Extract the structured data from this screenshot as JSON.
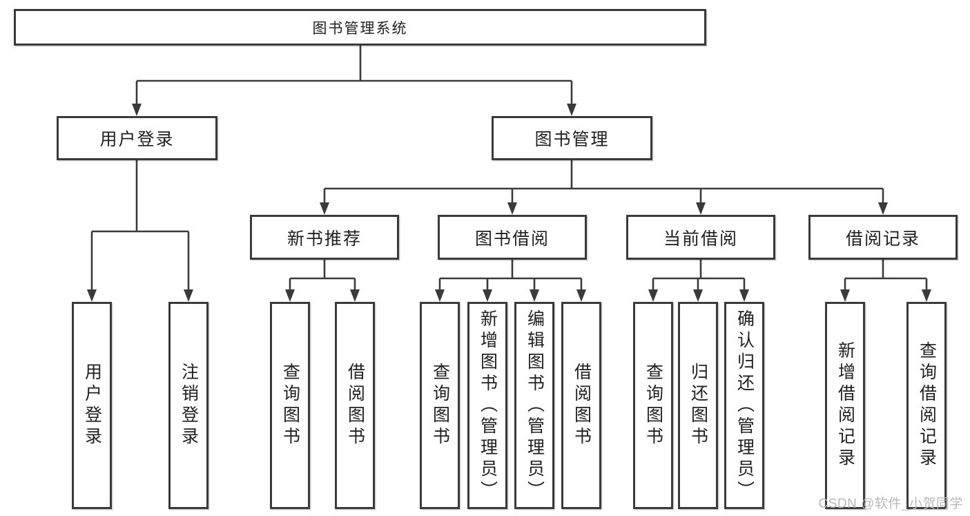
{
  "colors": {
    "line": "#3a3a3a",
    "box_border": "#3a3a3a",
    "text": "#1f1f1f",
    "background": "#ffffff",
    "watermark": "#b8b8b8"
  },
  "watermark": {
    "text": "CSDN @软件_小贺同学"
  },
  "tree": {
    "root": "图书管理系统",
    "children": [
      {
        "label": "用户登录",
        "children": [
          "用户登录",
          "注销登录"
        ]
      },
      {
        "label": "图书管理",
        "children": [
          {
            "label": "新书推荐",
            "children": [
              "查询图书",
              "借阅图书"
            ]
          },
          {
            "label": "图书借阅",
            "children": [
              "查询图书",
              "新增图书（管理员）",
              "编辑图书（管理员）",
              "借阅图书"
            ]
          },
          {
            "label": "当前借阅",
            "children": [
              "查询图书",
              "归还图书",
              "确认归还（管理员）"
            ]
          },
          {
            "label": "借阅记录",
            "children": [
              "新增借阅记录",
              "查询借阅记录"
            ]
          }
        ]
      }
    ]
  }
}
